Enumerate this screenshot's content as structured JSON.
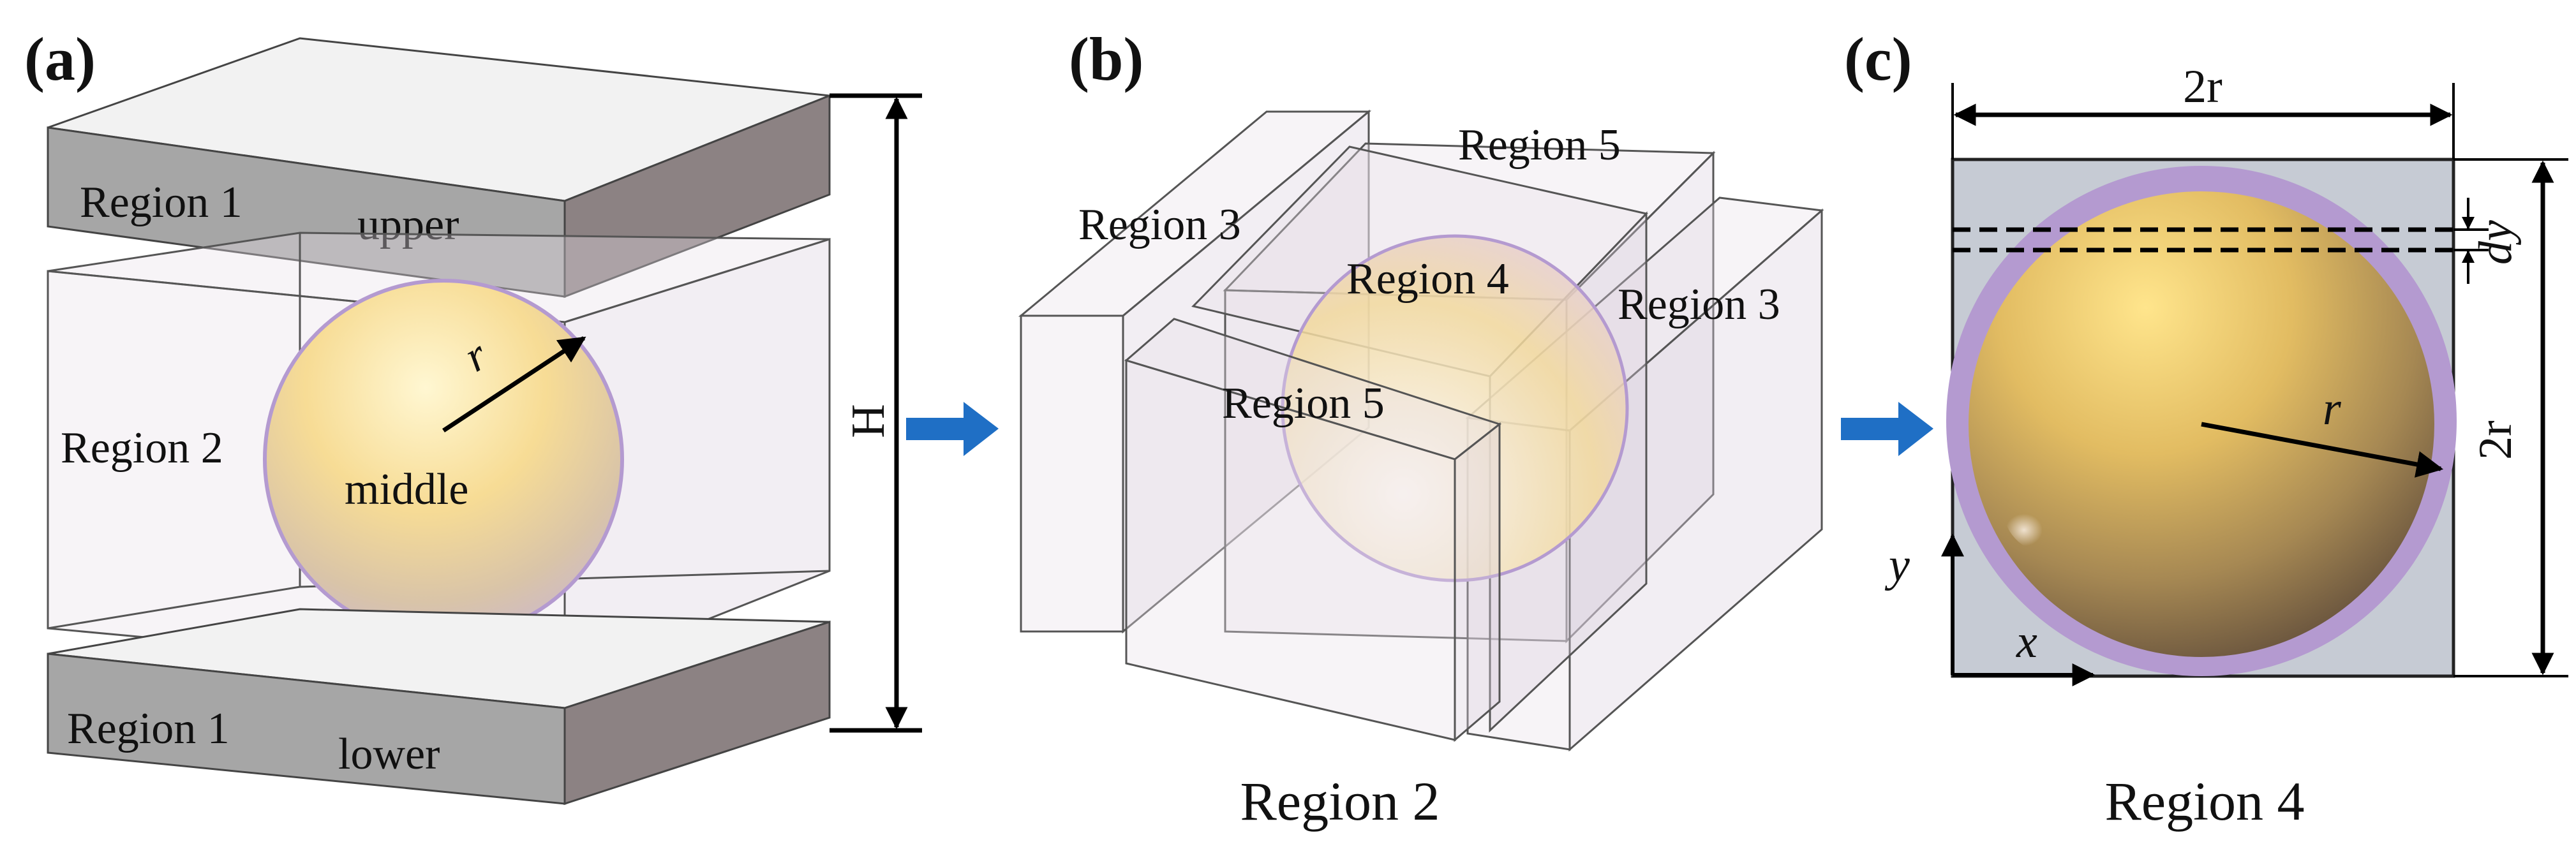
{
  "panels": {
    "a": {
      "label": "(a)",
      "region1_upper": "Region 1",
      "upper": "upper",
      "region1_lower": "Region 1",
      "lower": "lower",
      "region2": "Region 2",
      "middle": "middle",
      "radius": "r",
      "height": "H"
    },
    "b": {
      "label": "(b)",
      "region3_left": "Region 3",
      "region3_right": "Region 3",
      "region4": "Region 4",
      "region5_back": "Region 5",
      "region5_front": "Region 5",
      "caption": "Region 2"
    },
    "c": {
      "label": "(c)",
      "width": "2r",
      "height": "2r",
      "radius": "r",
      "dy": "dy",
      "axis_x": "x",
      "axis_y": "y",
      "caption": "Region 4"
    }
  },
  "colors": {
    "slab_top": "#f2f2f2",
    "slab_front": "#a6a6a6",
    "slab_side": "#8c8283",
    "arrow": "#1f6fc5",
    "sphere_rim": "#b49ad0",
    "square_fill": "#c6cbd4"
  }
}
